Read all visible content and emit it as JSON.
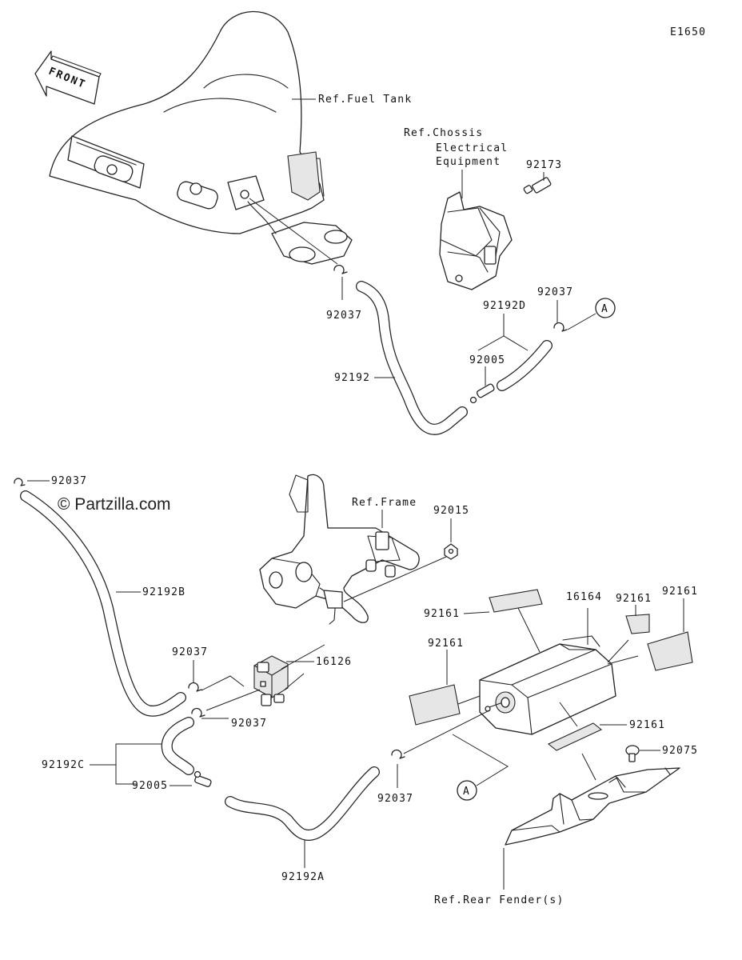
{
  "diagram_code": "E1650",
  "watermark": "© Partzilla.com",
  "front_arrow": "FRONT",
  "refs": {
    "fuel_tank": "Ref.Fuel Tank",
    "chassis_line1": "Ref.Chossis",
    "chassis_line2": "Electrical",
    "chassis_line3": "Equipment",
    "frame": "Ref.Frame",
    "rear_fender": "Ref.Rear Fender(s)"
  },
  "callouts": {
    "a_top": "A",
    "a_bottom": "A"
  },
  "parts": {
    "p92173": "92173",
    "p92037_tank": "92037",
    "p92037_topright": "92037",
    "p92192D": "92192D",
    "p92005_top": "92005",
    "p92192": "92192",
    "p92037_topleft": "92037",
    "p92015": "92015",
    "p92192B": "92192B",
    "p92161_a": "92161",
    "p16164": "16164",
    "p92161_b": "92161",
    "p92161_c": "92161",
    "p92037_mid": "92037",
    "p92161_d": "92161",
    "p16126": "16126",
    "p92037_valve": "92037",
    "p92161_e": "92161",
    "p92192C": "92192C",
    "p92075": "92075",
    "p92005_bottom": "92005",
    "p92037_canister": "92037",
    "p92192A": "92192A"
  }
}
